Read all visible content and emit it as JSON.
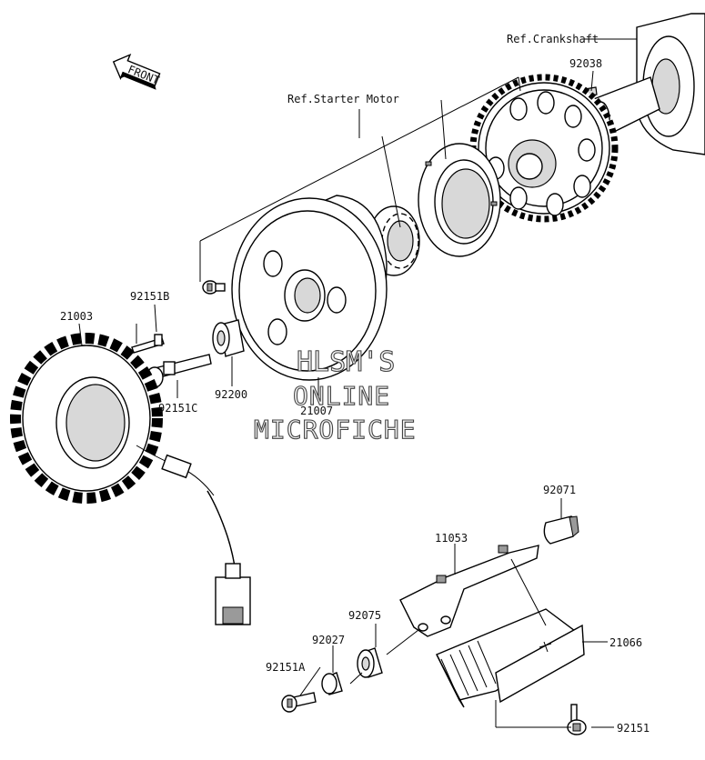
{
  "labels": {
    "front": "FRONT",
    "ref_crankshaft": "Ref.Crankshaft",
    "ref_starter_motor": "Ref.Starter Motor",
    "p92038": "92038",
    "p92151B": "92151B",
    "p21003": "21003",
    "p92151C": "92151C",
    "p92200": "92200",
    "p21007": "21007",
    "p92071": "92071",
    "p11053": "11053",
    "p92075": "92075",
    "p92027": "92027",
    "p92151A": "92151A",
    "p21066": "21066",
    "p92151": "92151"
  },
  "watermark": {
    "line1": "HLSM'S",
    "line2": "ONLINE",
    "line3": "MICROFICHE"
  }
}
